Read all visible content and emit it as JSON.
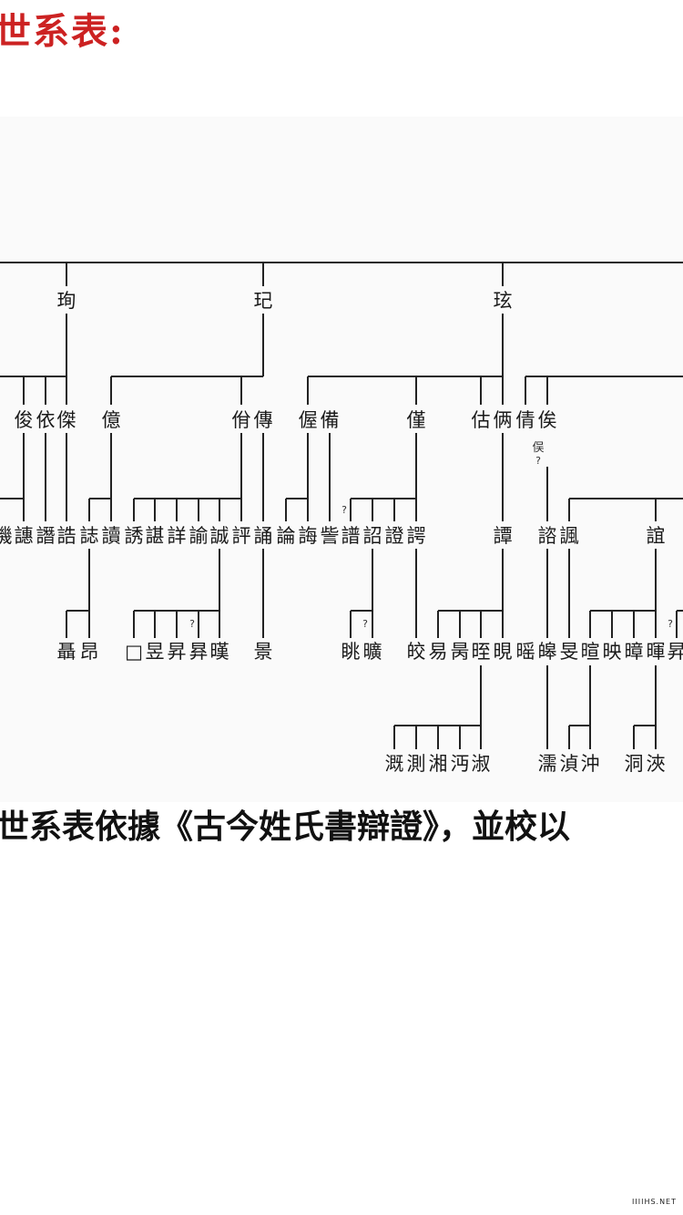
{
  "page": {
    "title": "世系表:",
    "caption": "世系表依據《古今姓氏書辯證》，並校以",
    "watermark": "IIIIHS.NET"
  },
  "tree": {
    "gen1": [
      "珣",
      "玘",
      "玹"
    ],
    "gen2": [
      "俊",
      "依",
      "傑",
      "億",
      "佾",
      "傳",
      "偓",
      "備",
      "僅",
      "估",
      "俩",
      "倩",
      "俟",
      "俣"
    ],
    "gen3": [
      "譏",
      "譓",
      "譖",
      "誥",
      "誌",
      "讀",
      "誘",
      "諶",
      "詳",
      "諭",
      "誠",
      "評",
      "誦",
      "論",
      "誨",
      "訾",
      "譜",
      "詔",
      "證",
      "諤",
      "譚",
      "諮",
      "諷",
      "誼"
    ],
    "gen4": [
      "聶",
      "昂",
      "□",
      "昱",
      "昇",
      "昪",
      "暵",
      "景",
      "眺",
      "曠",
      "皎",
      "易",
      "昺",
      "晊",
      "晛",
      "暚",
      "皞",
      "旻",
      "暄",
      "映",
      "暲",
      "暉",
      "昇"
    ],
    "gen5": [
      "溉",
      "測",
      "湘",
      "沔",
      "淑",
      "濡",
      "湞",
      "沖",
      "洞",
      "浹"
    ],
    "uncertain_mark": "?"
  }
}
